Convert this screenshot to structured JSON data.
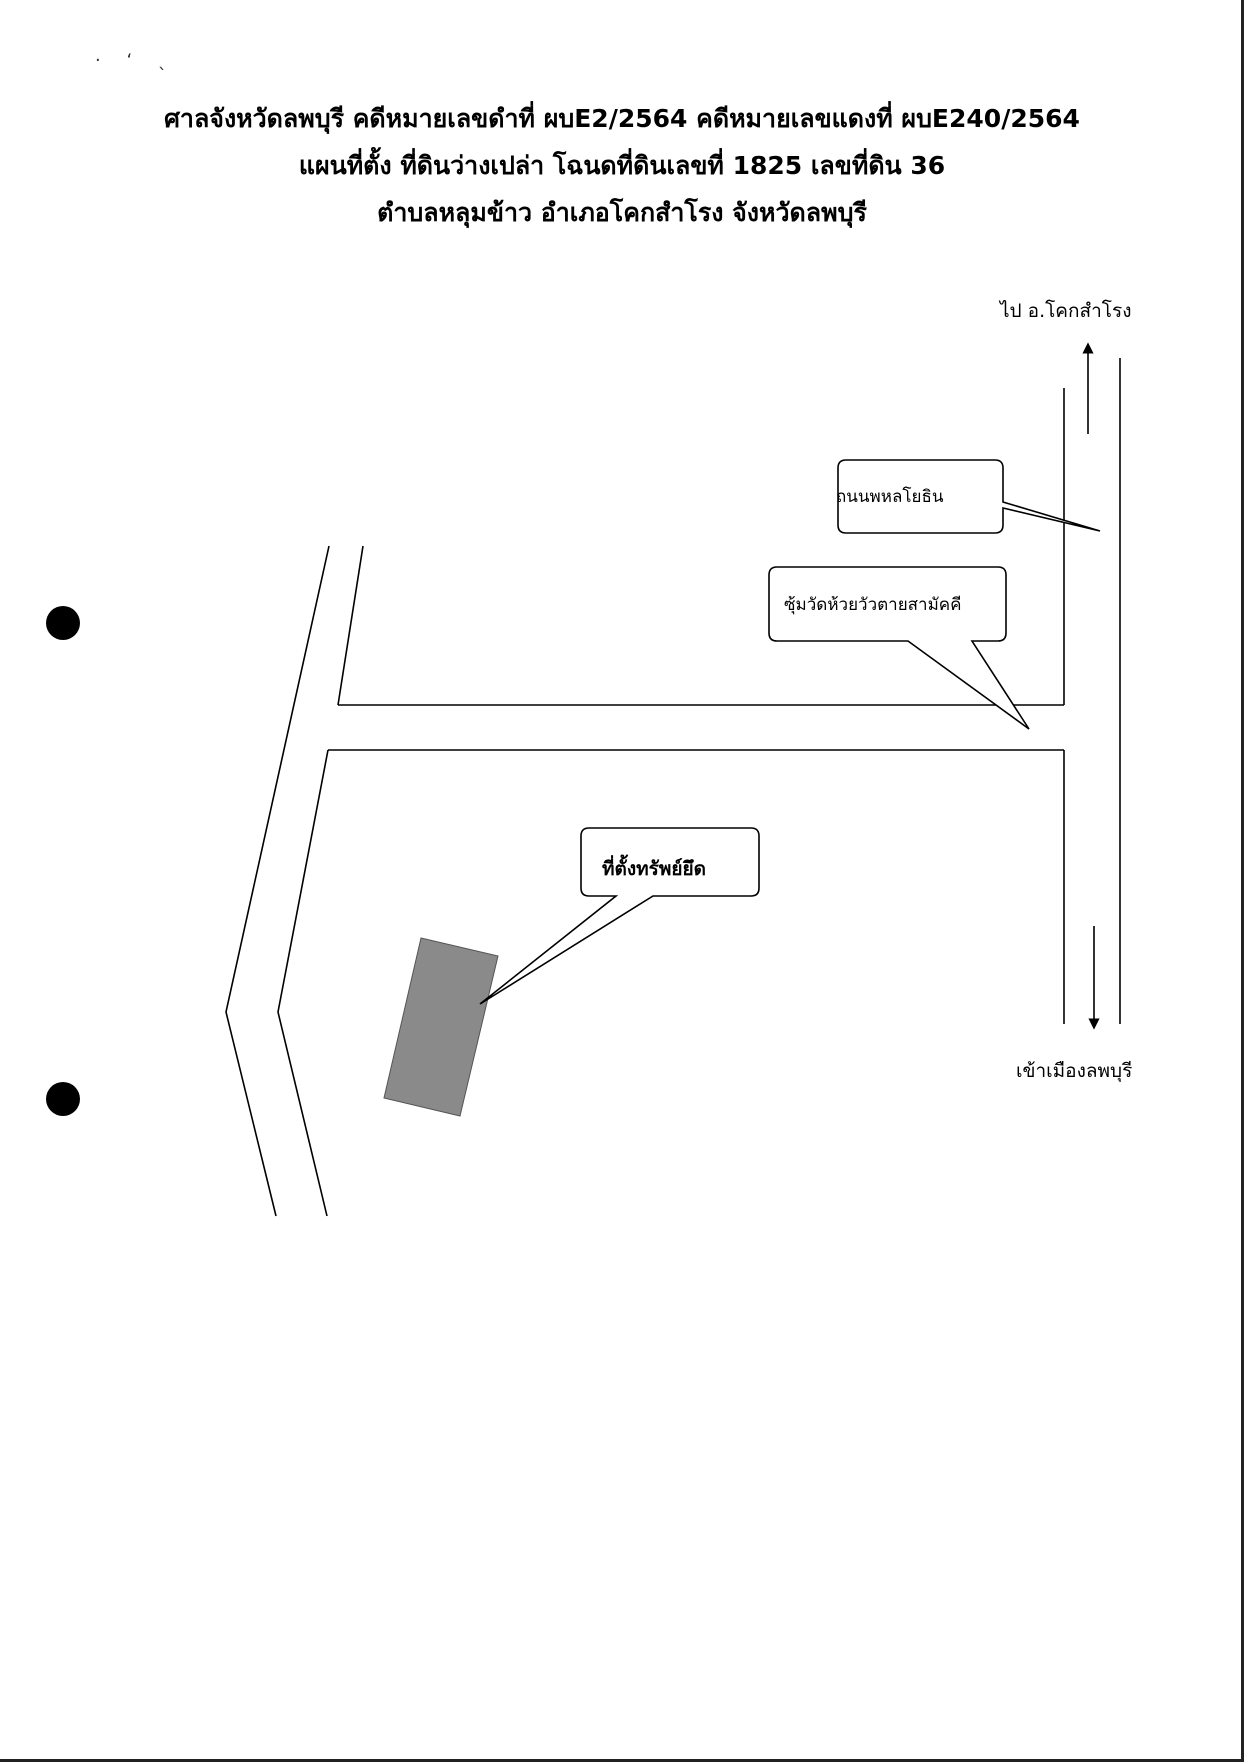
{
  "header": {
    "line1": "ศาลจังหวัดลพบุรี คดีหมายเลขดำที่ ผบE2/2564 คดีหมายเลขแดงที่ ผบE240/2564",
    "line2": "แผนที่ตั้ง ที่ดินว่างเปล่า โฉนดที่ดินเลขที่ 1825 เลขที่ดิน 36",
    "line3": "ตำบลหลุมข้าว อำเภอโคกสำโรง จังหวัดลพบุรี"
  },
  "map": {
    "direction_north_label": "ไป อ.โคกสำโรง",
    "direction_south_label": "เข้าเมืองลพบุรี",
    "callouts": {
      "main_road": "ถนนพหลโยธิน",
      "soi": "ซุ้มวัดห้วยวัวตายสามัคคี",
      "site": "ที่ตั้งทรัพย์ยึด"
    },
    "colors": {
      "ink": "#000000",
      "parcel_fill": "#8a8a8a"
    }
  }
}
